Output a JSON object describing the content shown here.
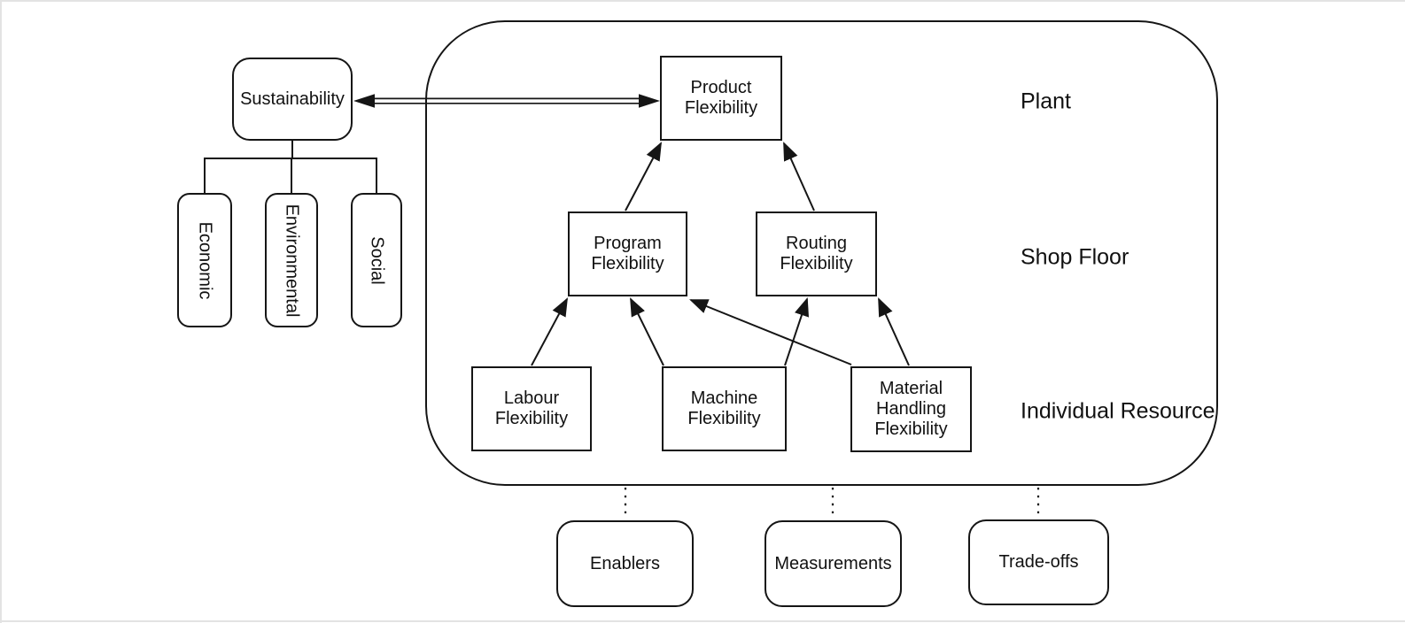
{
  "figure": {
    "background": "#ffffff",
    "stroke_color": "#151515",
    "nodes": {
      "sustainability": "Sustainability",
      "economic": "Economic",
      "environmental": "Environmental",
      "social": "Social",
      "product_flexibility": "Product Flexibility",
      "program_flexibility": "Program Flexibility",
      "routing_flexibility": "Routing Flexibility",
      "labour_flexibility": "Labour Flexibility",
      "machine_flexibility": "Machine Flexibility",
      "material_handling_flexibility": "Material Handling Flexibility",
      "enablers": "Enablers",
      "measurements": "Measurements",
      "tradeoffs": "Trade-offs"
    },
    "level_labels": {
      "plant": "Plant",
      "shop_floor": "Shop Floor",
      "individual_resource": "Individual Resource"
    },
    "connections": [
      {
        "from": "sustainability",
        "to": "product_flexibility",
        "style": "double-line-bidirectional-arrow"
      },
      {
        "from": "sustainability",
        "to": "economic",
        "style": "tree-line"
      },
      {
        "from": "sustainability",
        "to": "environmental",
        "style": "tree-line"
      },
      {
        "from": "sustainability",
        "to": "social",
        "style": "tree-line"
      },
      {
        "from": "program_flexibility",
        "to": "product_flexibility",
        "style": "arrow"
      },
      {
        "from": "routing_flexibility",
        "to": "product_flexibility",
        "style": "arrow"
      },
      {
        "from": "labour_flexibility",
        "to": "program_flexibility",
        "style": "arrow"
      },
      {
        "from": "machine_flexibility",
        "to": "program_flexibility",
        "style": "arrow"
      },
      {
        "from": "machine_flexibility",
        "to": "routing_flexibility",
        "style": "arrow"
      },
      {
        "from": "material_handling_flexibility",
        "to": "program_flexibility",
        "style": "arrow"
      },
      {
        "from": "material_handling_flexibility",
        "to": "routing_flexibility",
        "style": "arrow"
      },
      {
        "from": "container",
        "to": "enablers",
        "style": "dotted-line"
      },
      {
        "from": "container",
        "to": "measurements",
        "style": "dotted-line"
      },
      {
        "from": "container",
        "to": "tradeoffs",
        "style": "dotted-line"
      }
    ]
  }
}
